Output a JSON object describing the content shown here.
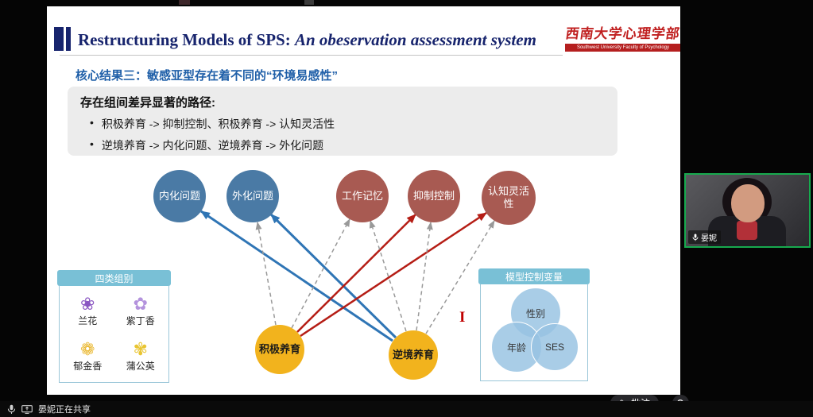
{
  "colors": {
    "title_navy": "#17246d",
    "heading_blue": "#1f5fa8",
    "logo_red": "#b51f1f",
    "node_blue": "#4a7aa5",
    "node_red": "#a85a52",
    "node_yellow": "#f2b31d",
    "arrow_blue": "#2f75b5",
    "arrow_red": "#b51d15",
    "arrow_gray": "#999999",
    "box_header_teal": "#79c0d6",
    "video_border_green": "#17aa4e"
  },
  "icons": {
    "orchid": "❀",
    "lilac": "✿",
    "tulip": "❁",
    "dandelion": "✾",
    "pen": "✎"
  },
  "slide": {
    "title_main": "Restructuring Models of SPS:",
    "title_italic": "An obeservation assessment system",
    "logo_cn": "西南大学心理学部",
    "logo_en": "Southwest University Faculty of Psychology",
    "heading": "核心结果三：敏感亚型存在着不同的“环境易感性”",
    "pathways_title": "存在组间差异显著的路径:",
    "bullet_char": "•",
    "pathways": [
      "积极养育 -> 抑制控制、积极养育 -> 认知灵活性",
      "逆境养育 -> 内化问题、逆境养育 -> 外化问题"
    ],
    "nodes": [
      {
        "id": "internalizing-problems",
        "label": "内化问题"
      },
      {
        "id": "externalizing-problems",
        "label": "外化问题"
      },
      {
        "id": "working-memory",
        "label": "工作记忆"
      },
      {
        "id": "inhibitory-control",
        "label": "抑制控制"
      },
      {
        "id": "cognitive-flexibility",
        "label": "认知灵活性"
      },
      {
        "id": "positive-parenting",
        "label": "积极养育"
      },
      {
        "id": "adverse-parenting",
        "label": "逆境养育"
      }
    ],
    "sig_marker": "I",
    "groups_box": {
      "title": "四类组别",
      "items": [
        {
          "label": "兰花"
        },
        {
          "label": "紫丁香"
        },
        {
          "label": "郁金香"
        },
        {
          "label": "蒲公英"
        }
      ]
    },
    "controls_box": {
      "title": "模型控制变量",
      "items": [
        "性别",
        "年龄",
        "SES"
      ]
    }
  },
  "video": {
    "participant_name": "晏妮"
  },
  "statusbar": {
    "sharing_text": "晏妮正在共享"
  },
  "controls": {
    "annotate_label": "批注"
  }
}
